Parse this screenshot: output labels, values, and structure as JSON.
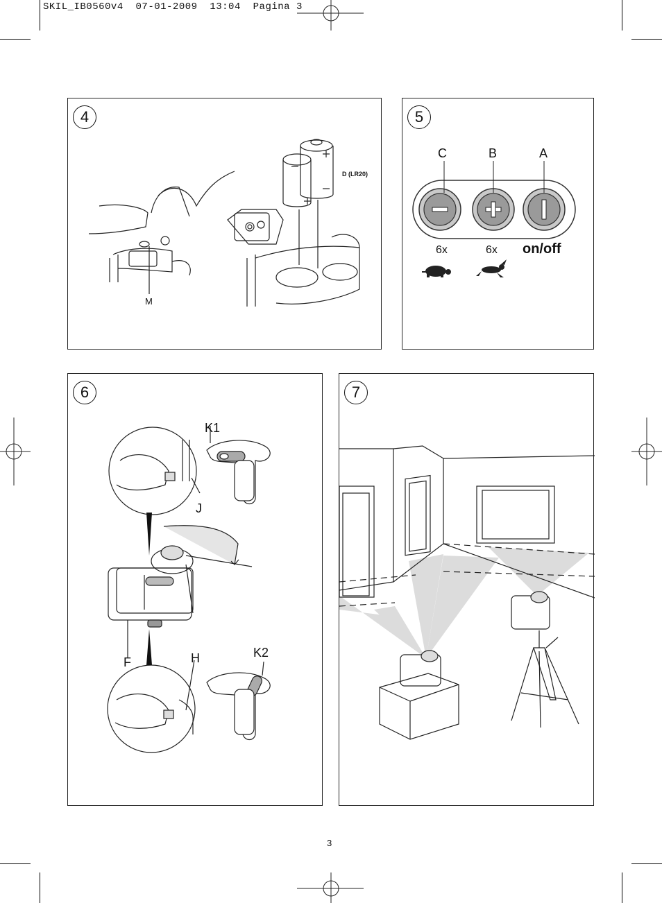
{
  "header": {
    "text": "SKIL_IB0560v4  07-01-2009  13:04  Pagina 3"
  },
  "page_number": "3",
  "fig4": {
    "number": "4",
    "battery_label": "D (LR20)",
    "label_m": "M"
  },
  "fig5": {
    "number": "5",
    "label_c": "C",
    "label_b": "B",
    "label_a": "A",
    "slow_count": "6x",
    "fast_count": "6x",
    "onoff": "on/off"
  },
  "fig6": {
    "number": "6",
    "label_k1": "K1",
    "label_j": "J",
    "label_f": "F",
    "label_h": "H",
    "label_k2": "K2"
  },
  "fig7": {
    "number": "7"
  }
}
